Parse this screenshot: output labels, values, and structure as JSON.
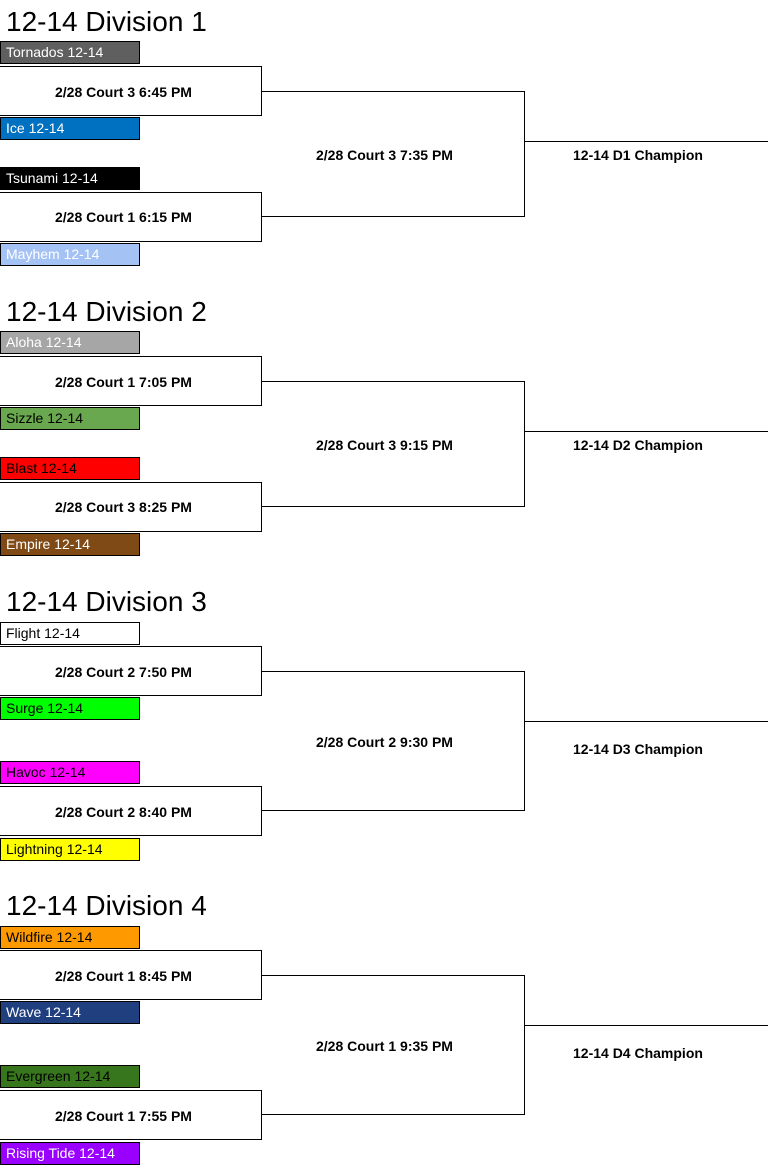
{
  "divisions": [
    {
      "title": "12-14 Division 1",
      "semifinal_a": {
        "team_top": {
          "name": "Tornados 12-14",
          "bg": "#5f5f5f",
          "fg": "#ffffff"
        },
        "game": "2/28 Court 3 6:45 PM",
        "team_bottom": {
          "name": "Ice 12-14",
          "bg": "#0070c0",
          "fg": "#ffffff"
        }
      },
      "semifinal_b": {
        "team_top": {
          "name": "Tsunami 12-14",
          "bg": "#000000",
          "fg": "#ffffff"
        },
        "game": "2/28 Court 1 6:15 PM",
        "team_bottom": {
          "name": "Mayhem 12-14",
          "bg": "#a4c2f4",
          "fg": "#ffffff"
        }
      },
      "final": "2/28 Court 3 7:35 PM",
      "champion": "12-14 D1 Champion"
    },
    {
      "title": "12-14 Division 2",
      "semifinal_a": {
        "team_top": {
          "name": "Aloha 12-14",
          "bg": "#a6a6a6",
          "fg": "#ffffff"
        },
        "game": "2/28 Court 1 7:05 PM",
        "team_bottom": {
          "name": "Sizzle 12-14",
          "bg": "#6aa84f",
          "fg": "#000000"
        }
      },
      "semifinal_b": {
        "team_top": {
          "name": "Blast 12-14",
          "bg": "#ff0000",
          "fg": "#000000"
        },
        "game": "2/28 Court 3 8:25 PM",
        "team_bottom": {
          "name": "Empire 12-14",
          "bg": "#7f4a16",
          "fg": "#ffffff"
        }
      },
      "final": "2/28 Court 3 9:15 PM",
      "champion": "12-14 D2 Champion"
    },
    {
      "title": "12-14 Division 3",
      "semifinal_a": {
        "team_top": {
          "name": "Flight 12-14",
          "bg": "#ffffff",
          "fg": "#000000"
        },
        "game": "2/28 Court 2 7:50 PM",
        "team_bottom": {
          "name": "Surge 12-14",
          "bg": "#00ff00",
          "fg": "#000000"
        }
      },
      "semifinal_b": {
        "team_top": {
          "name": "Havoc 12-14",
          "bg": "#ff00ff",
          "fg": "#000000"
        },
        "game": "2/28 Court 2 8:40 PM",
        "team_bottom": {
          "name": "Lightning 12-14",
          "bg": "#ffff00",
          "fg": "#000000"
        }
      },
      "final": "2/28 Court 2 9:30 PM",
      "champion": "12-14 D3 Champion"
    },
    {
      "title": "12-14 Division 4",
      "semifinal_a": {
        "team_top": {
          "name": "Wildfire 12-14",
          "bg": "#ff9900",
          "fg": "#000000"
        },
        "game": "2/28 Court 1 8:45 PM",
        "team_bottom": {
          "name": "Wave 12-14",
          "bg": "#1f3f7f",
          "fg": "#ffffff"
        }
      },
      "semifinal_b": {
        "team_top": {
          "name": "Evergreen 12-14",
          "bg": "#38761d",
          "fg": "#000000"
        },
        "game": "2/28 Court 1 7:55 PM",
        "team_bottom": {
          "name": "Rising Tide 12-14",
          "bg": "#9900ff",
          "fg": "#ffffff"
        }
      },
      "final": "2/28 Court 1 9:35 PM",
      "champion": "12-14 D4 Champion"
    }
  ]
}
